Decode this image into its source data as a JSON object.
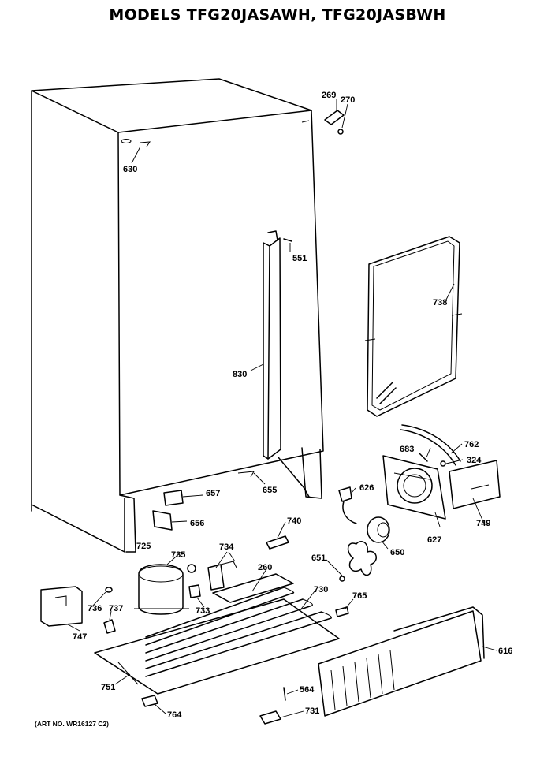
{
  "header": {
    "title": "MODELS TFG20JASAWH, TFG20JASBWH"
  },
  "footer": {
    "art_number": "(ART NO. WR16127 C2)"
  },
  "callouts": {
    "c269": "269",
    "c270": "270",
    "c630": "630",
    "c551": "551",
    "c738": "738",
    "c830": "830",
    "c762": "762",
    "c683": "683",
    "c324": "324",
    "c657": "657",
    "c655": "655",
    "c626": "626",
    "c656": "656",
    "c740": "740",
    "c627": "627",
    "c749": "749",
    "c725": "725",
    "c735": "735",
    "c734": "734",
    "c650": "650",
    "c651": "651",
    "c260": "260",
    "c730": "730",
    "c765": "765",
    "c736": "736",
    "c737": "737",
    "c733": "733",
    "c747": "747",
    "c616": "616",
    "c751": "751",
    "c564": "564",
    "c731": "731",
    "c764": "764"
  }
}
